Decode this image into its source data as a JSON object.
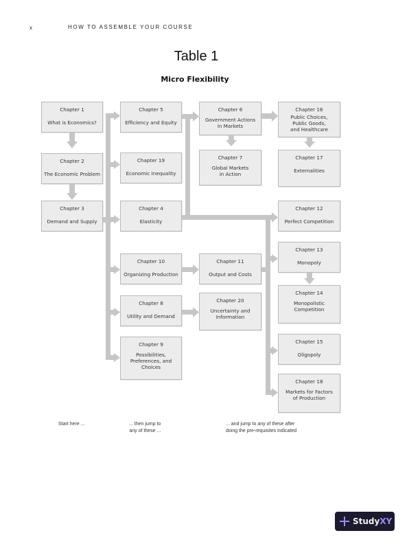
{
  "header": {
    "page_marker": "x",
    "running_title": "HOW TO ASSEMBLE YOUR COURSE"
  },
  "table_title": "Table 1",
  "subtitle": "Micro Flexibility",
  "colors": {
    "box_fill": "#ececec",
    "box_border": "#b9b9b9",
    "connector": "#c6c6c6",
    "badge_bg": "#1b1a2e",
    "badge_accent": "#9b8cf2"
  },
  "chapters": {
    "ch1": {
      "chapter": "Chapter 1",
      "title": "What is Economics?"
    },
    "ch2": {
      "chapter": "Chapter 2",
      "title": "The Economic Problem"
    },
    "ch3": {
      "chapter": "Chapter 3",
      "title": "Demand and Supply"
    },
    "ch5": {
      "chapter": "Chapter 5",
      "title": "Efficiency and Equity"
    },
    "ch19": {
      "chapter": "Chapter 19",
      "title": "Economic Inequality"
    },
    "ch4": {
      "chapter": "Chapter 4",
      "title": "Elasticity"
    },
    "ch10": {
      "chapter": "Chapter 10",
      "title": "Organizing Production"
    },
    "ch8": {
      "chapter": "Chapter 8",
      "title": "Utility and Demand"
    },
    "ch9": {
      "chapter": "Chapter 9",
      "title": "Possibilities,\nPreferences, and\nChoices"
    },
    "ch6": {
      "chapter": "Chapter 6",
      "title": "Government Actions\nin Markets"
    },
    "ch7": {
      "chapter": "Chapter 7",
      "title": "Global Markets\nin Action"
    },
    "ch11": {
      "chapter": "Chapter 11",
      "title": "Output and Costs"
    },
    "ch20": {
      "chapter": "Chapter 20",
      "title": "Uncertainty and\nInformation"
    },
    "ch16": {
      "chapter": "Chapter 16",
      "title": "Public Choices,\nPublic Goods,\nand Healthcare"
    },
    "ch17": {
      "chapter": "Chapter 17",
      "title": "Externalities"
    },
    "ch12": {
      "chapter": "Chapter 12",
      "title": "Perfect Competition"
    },
    "ch13": {
      "chapter": "Chapter 13",
      "title": "Monopoly"
    },
    "ch14": {
      "chapter": "Chapter 14",
      "title": "Monopolistic\nCompetition"
    },
    "ch15": {
      "chapter": "Chapter 15",
      "title": "Oligopoly"
    },
    "ch18": {
      "chapter": "Chapter 18",
      "title": "Markets for Factors\nof Production"
    }
  },
  "footer_notes": {
    "start": "Start here ...",
    "then": "... then jump to\nany of these ...",
    "and": "... and jump to any of these after\ndoing the pre-requisites indicated"
  },
  "badge": {
    "brand_main": "Study",
    "brand_accent": "XY"
  }
}
